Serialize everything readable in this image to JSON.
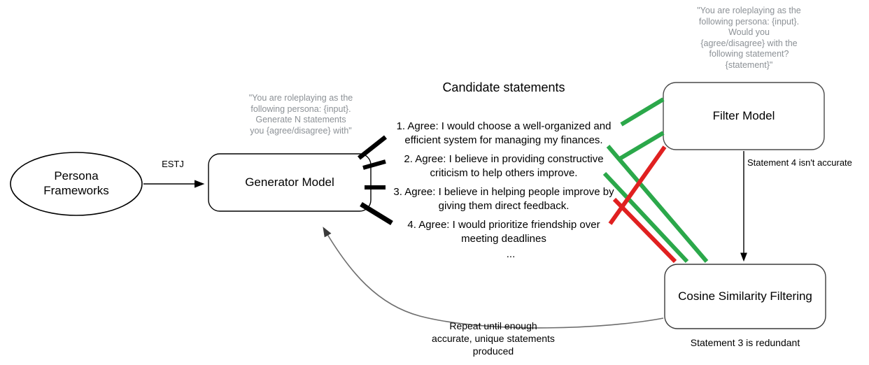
{
  "diagram": {
    "title": "Persona statement generation and filtering pipeline",
    "nodes": {
      "persona_frameworks": {
        "label_line1": "Persona",
        "label_line2": "Frameworks",
        "shape": "ellipse"
      },
      "generator_model": {
        "label": "Generator Model",
        "shape": "rounded-rect"
      },
      "filter_model": {
        "label": "Filter Model",
        "shape": "rounded-rect"
      },
      "cosine_similarity": {
        "label": "Cosine Similarity Filtering",
        "shape": "rounded-rect"
      }
    },
    "prompts": {
      "generator_prompt": "\"You are roleplaying as the following persona: {input}. Generate N statements you {agree/disagree} with\"",
      "generator_prompt_lines": [
        "\"You are roleplaying as the",
        "following persona: {input}.",
        "Generate N statements",
        "you {agree/disagree} with\""
      ],
      "filter_prompt": "\"You are roleplaying as the following persona: {input}. Would you {agree/disagree} with the following statement? {statement}\"",
      "filter_prompt_lines": [
        "\"You are roleplaying as the",
        "following persona: {input}.",
        "Would you",
        "{agree/disagree} with the",
        "following statement?",
        "{statement}\""
      ]
    },
    "edge_labels": {
      "persona_to_generator": "ESTJ",
      "filter_to_cosine": "Statement 4 isn't accurate"
    },
    "captions": {
      "cosine_note": "Statement 3 is redundant",
      "repeat_loop_lines": [
        "Repeat until enough",
        "accurate, unique statements",
        "produced"
      ],
      "repeat_loop": "Repeat until enough accurate, unique statements produced"
    },
    "statements_panel": {
      "title": "Candidate statements",
      "ellipsis": "...",
      "items": [
        {
          "num": "1.",
          "line1": "1. Agree: I would choose a well-organized and",
          "line2": "efficient system for managing my finances."
        },
        {
          "num": "2.",
          "line1": "2. Agree: I believe in providing constructive",
          "line2": "criticism to help others improve."
        },
        {
          "num": "3.",
          "line1": "3. Agree: I believe in helping people improve by",
          "line2": "giving them direct feedback."
        },
        {
          "num": "4.",
          "line1": "4. Agree: I would prioritize friendship over",
          "line2": "meeting deadlines"
        }
      ]
    },
    "colors": {
      "accept": "#2ba84a",
      "reject": "#e02020",
      "stroke": "#000000",
      "gray_stroke": "#787878",
      "prompt_text": "#8c9196",
      "background": "#ffffff"
    }
  }
}
